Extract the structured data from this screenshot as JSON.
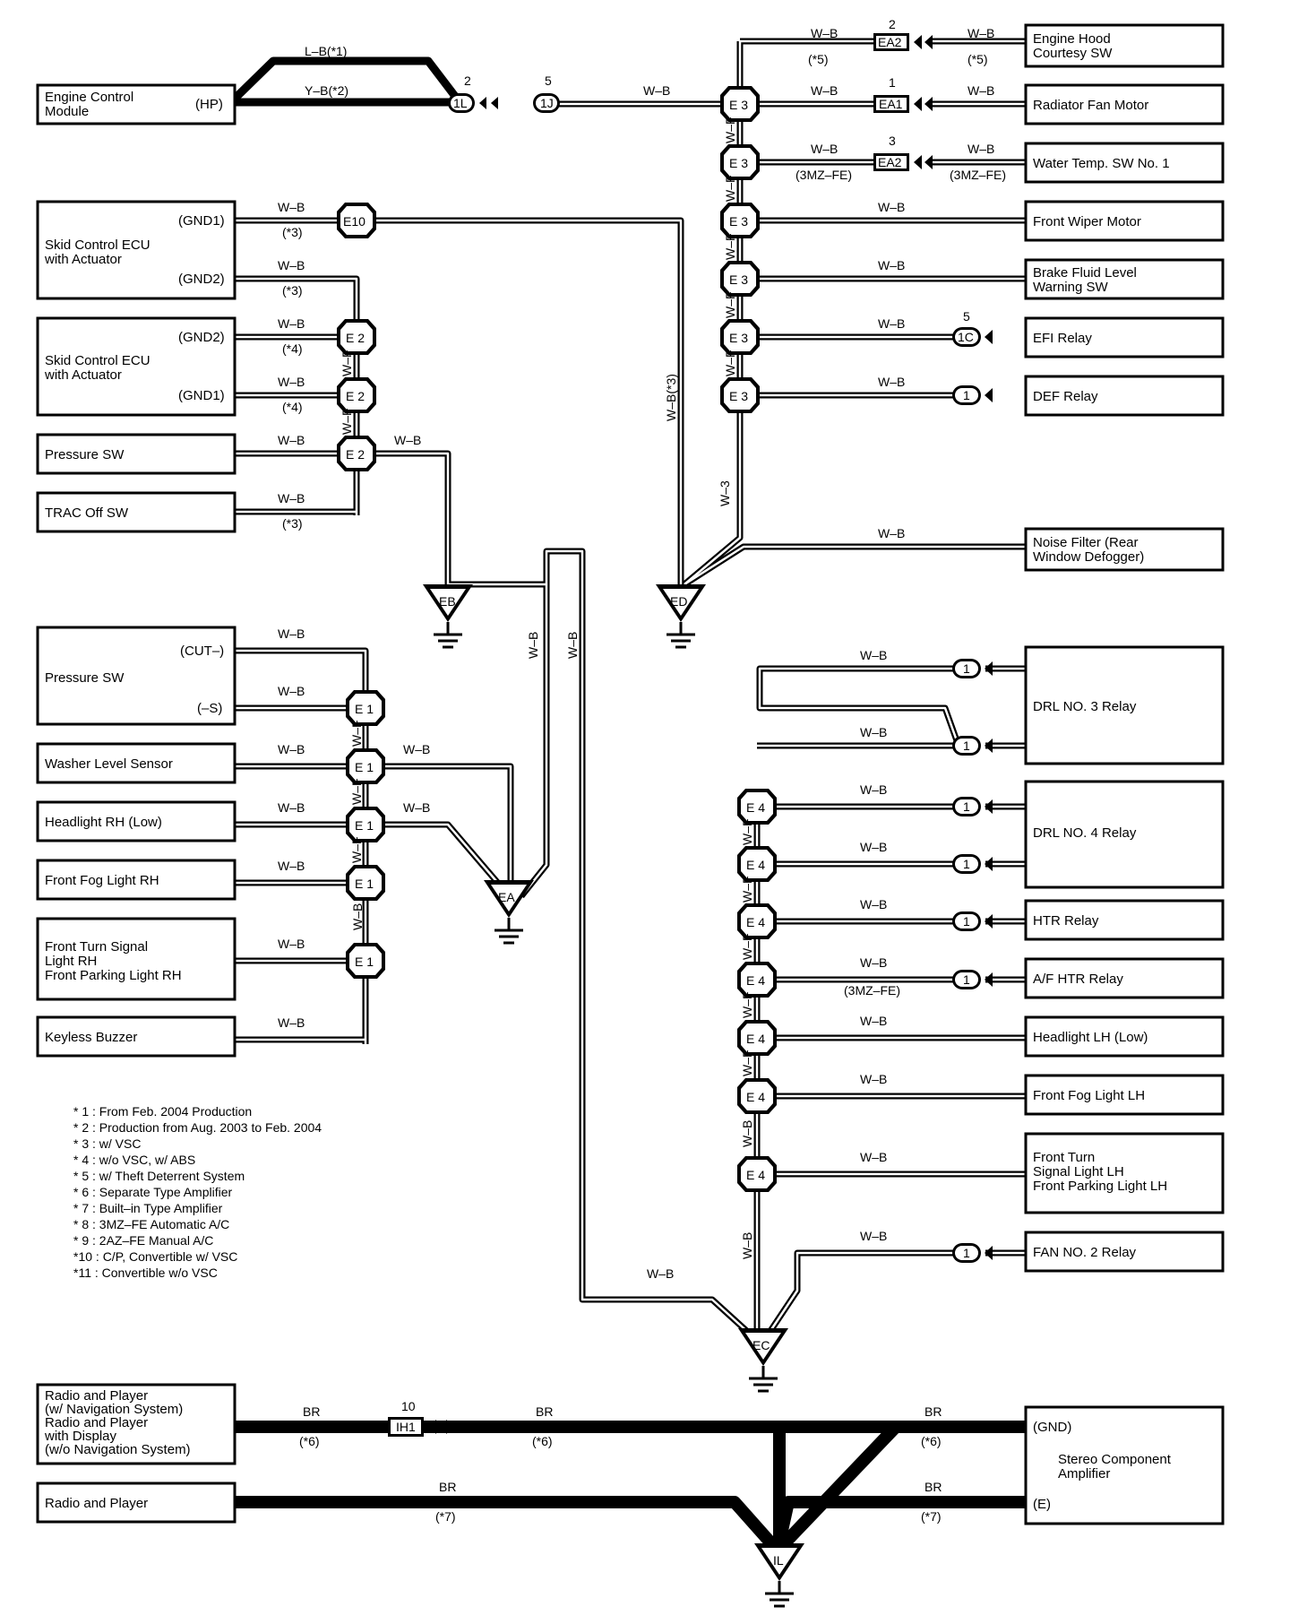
{
  "components": {
    "ecm": [
      "Engine Control",
      "Module"
    ],
    "ecm_pin": "(HP)",
    "skid1": [
      "Skid Control ECU",
      "with Actuator"
    ],
    "skid1_pins": [
      "(GND1)",
      "(GND2)"
    ],
    "skid2": [
      "Skid Control ECU",
      "with Actuator"
    ],
    "skid2_pins": [
      "(GND2)",
      "(GND1)"
    ],
    "pressure_sw_1": "Pressure SW",
    "trac_off_sw": "TRAC Off SW",
    "pressure_sw_2": "Pressure SW",
    "pressure_sw_2_pins": [
      "(CUT–)",
      "(–S)"
    ],
    "washer_level": "Washer Level Sensor",
    "headlight_rh": "Headlight RH (Low)",
    "fog_rh": "Front Fog Light RH",
    "turn_rh": [
      "Front Turn Signal",
      "Light RH",
      "Front Parking Light RH"
    ],
    "keyless_buzzer": "Keyless Buzzer",
    "hood_sw": [
      "Engine Hood",
      "Courtesy SW"
    ],
    "rad_fan": "Radiator Fan Motor",
    "water_temp": "Water Temp.  SW No. 1",
    "wiper": "Front Wiper Motor",
    "brake_fluid": [
      "Brake Fluid Level",
      "Warning SW"
    ],
    "efi_relay": "EFI Relay",
    "def_relay": "DEF Relay",
    "noise_filter": [
      "Noise Filter (Rear",
      "Window Defogger)"
    ],
    "drl3": "DRL NO. 3 Relay",
    "drl4": "DRL NO. 4 Relay",
    "htr": "HTR Relay",
    "af_htr": "A/F HTR Relay",
    "headlight_lh": "Headlight LH (Low)",
    "fog_lh": "Front Fog Light LH",
    "turn_lh": [
      "Front Turn",
      "Signal Light LH",
      "Front Parking Light LH"
    ],
    "fan2": "FAN NO. 2 Relay",
    "radio_nav": [
      "Radio and Player",
      "(w/ Navigation System)",
      "Radio and Player",
      "with Display",
      "(w/o Navigation System)"
    ],
    "radio": "Radio and Player",
    "amp": [
      "Stereo Component",
      "Amplifier"
    ],
    "amp_pins": [
      "(GND)",
      "(E)"
    ]
  },
  "wires": {
    "wb": "W–B",
    "wf": "W–F",
    "lb1": "L–B(*1)",
    "yb2": "Y–B(*2)",
    "br": "BR",
    "wb3": "W–B(*3)",
    "w3": "W–3"
  },
  "notes_inline": {
    "n3": "(*3)",
    "n4": "(*4)",
    "n5": "(*5)",
    "n6": "(*6)",
    "n7": "(*7)",
    "mz": "(3MZ–FE)"
  },
  "junctions": {
    "e1": "E 1",
    "e2": "E 2",
    "e3": "E 3",
    "e4": "E 4",
    "e10": "E10"
  },
  "connectors": {
    "c1l": "1L",
    "c1j": "1J",
    "c1c": "1C",
    "c1": "1",
    "ea1": "EA1",
    "ea2": "EA2",
    "ih1": "IH1"
  },
  "pins": {
    "p1": "1",
    "p2": "2",
    "p3": "3",
    "p5": "5",
    "p10": "10"
  },
  "grounds": {
    "eb": "EB",
    "ed": "ED",
    "ea": "EA",
    "ec": "EC",
    "il": "IL"
  },
  "legend": [
    "* 1 : From Feb.  2004 Production",
    "* 2 : Production from Aug.  2003 to Feb.  2004",
    "* 3 : w/ VSC",
    "* 4 : w/o VSC,  w/ ABS",
    "* 5 : w/ Theft Deterrent System",
    "* 6 : Separate Type Amplifier",
    "* 7 : Built–in Type Amplifier",
    "* 8 : 3MZ–FE Automatic A/C",
    "* 9 : 2AZ–FE Manual A/C",
    "*10 : C/P,  Convertible w/ VSC",
    "*11 : Convertible w/o VSC"
  ]
}
